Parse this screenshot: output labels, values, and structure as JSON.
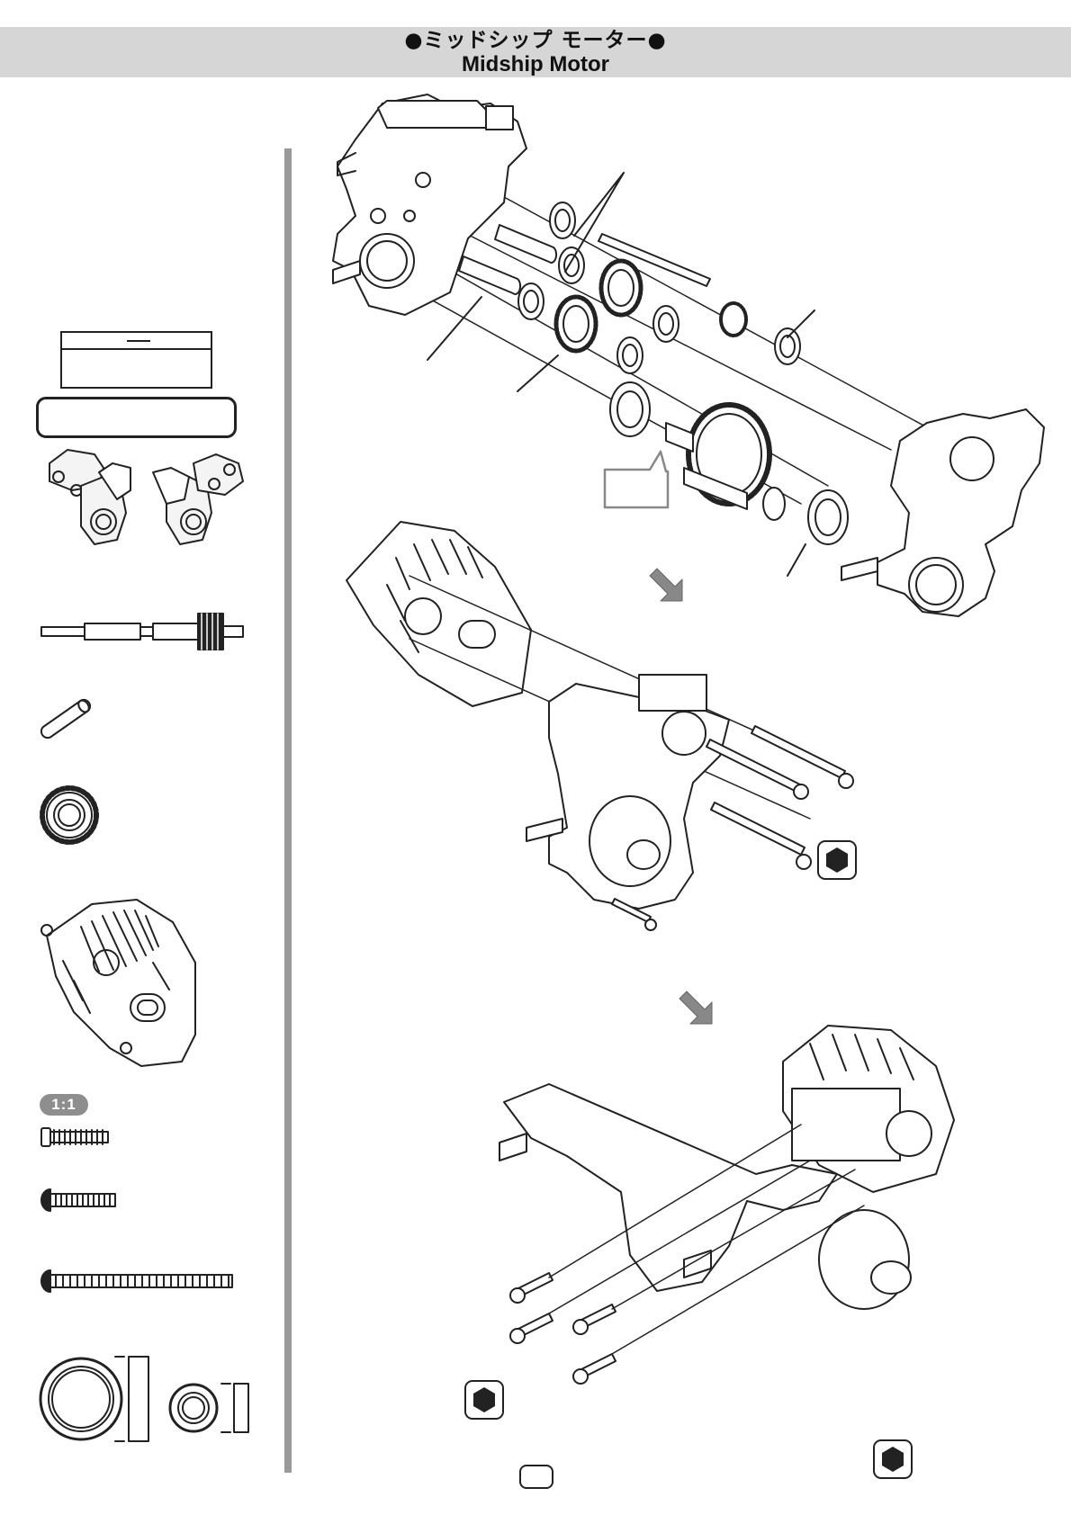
{
  "header": {
    "title_jp": "●ミッドシップ モーター●",
    "title_en": "Midship Motor"
  },
  "sidebar": {
    "scale_badge": "1:1"
  },
  "tool_icons": [
    "hex-wrench-icon",
    "hex-wrench-icon",
    "hex-wrench-icon"
  ],
  "colors": {
    "header_bg": "#d6d6d6",
    "divider": "#9a9a9a",
    "badge_bg": "#8e8e8e",
    "line": "#222222"
  }
}
